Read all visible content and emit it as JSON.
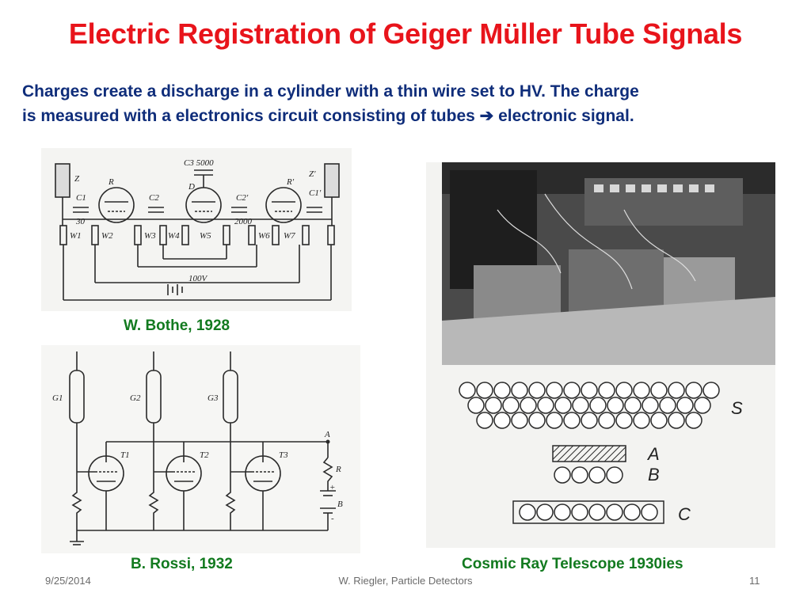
{
  "slide": {
    "title": "Electric Registration of Geiger Müller Tube Signals",
    "body_line1": "Charges create a discharge in a cylinder with a thin wire set to HV. The charge",
    "body_line2_a": "is measured with a electronics circuit consisting of tubes ",
    "body_arrow": "➔",
    "body_line2_b": " electronic signal."
  },
  "figures": {
    "bothe": {
      "caption": "W. Bothe, 1928",
      "labels": [
        "Z",
        "Z'",
        "C1",
        "C1'",
        "C2",
        "C2'",
        "C3 5000",
        "R",
        "D",
        "R'",
        "30",
        "2000",
        "W1",
        "W2",
        "W3",
        "W4",
        "W5",
        "W6",
        "W7",
        "100V"
      ]
    },
    "rossi": {
      "caption": "B. Rossi, 1932",
      "labels": [
        "G1",
        "G2",
        "G3",
        "T1",
        "T2",
        "T3",
        "A",
        "R",
        "B",
        "+",
        "-"
      ]
    },
    "telescope": {
      "caption": "Cosmic Ray Telescope 1930ies",
      "labels": [
        "S",
        "A",
        "B",
        "C"
      ]
    }
  },
  "footer": {
    "date": "9/25/2014",
    "author": "W. Riegler, Particle Detectors",
    "page": "11"
  },
  "colors": {
    "title": "#e8141b",
    "body": "#0f2d7a",
    "caption": "#127a1f",
    "footer": "#6b6b6b"
  }
}
